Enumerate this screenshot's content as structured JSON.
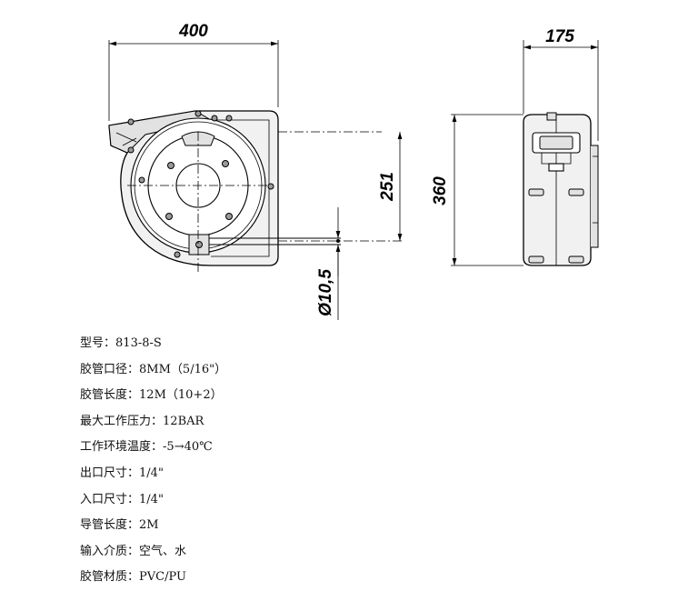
{
  "dimensions": {
    "width": "400",
    "depth": "175",
    "center_distance": "251",
    "height": "360",
    "outlet_diameter": "Ø10,5"
  },
  "specs": [
    {
      "label": "型号",
      "value": "813-8-S"
    },
    {
      "label": "胶管口径",
      "value": "8MM（5/16\"）"
    },
    {
      "label": "胶管长度",
      "value": "12M（10+2）"
    },
    {
      "label": "最大工作压力",
      "value": "12BAR"
    },
    {
      "label": "工作环境温度",
      "value": "-5→40℃"
    },
    {
      "label": "出口尺寸",
      "value": "1/4\""
    },
    {
      "label": "入口尺寸",
      "value": "1/4\""
    },
    {
      "label": "导管长度",
      "value": "2M"
    },
    {
      "label": "输入介质",
      "value": "空气、水"
    },
    {
      "label": "胶管材质",
      "value": "PVC/PU"
    }
  ],
  "separator": "："
}
